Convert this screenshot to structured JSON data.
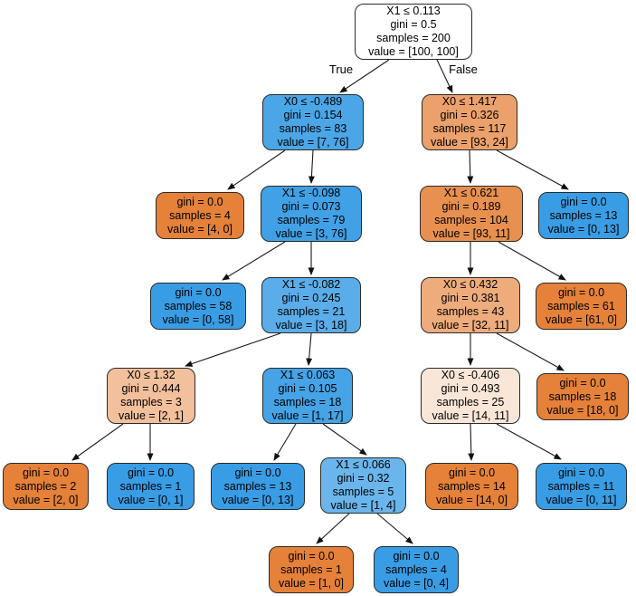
{
  "tree": {
    "true_label": "True",
    "false_label": "False",
    "class_colors": {
      "class_0_orange": "#e58139",
      "class_1_blue": "#399de5",
      "impure_root": "#ffffff"
    },
    "nodes": [
      {
        "id": "root",
        "lines": [
          "X1 ≤ 0.113",
          "gini = 0.5",
          "samples = 200",
          "value = [100, 100]"
        ],
        "color": "#ffffff"
      },
      {
        "id": "l2-left",
        "lines": [
          "X0 ≤ -0.489",
          "gini = 0.154",
          "samples = 83",
          "value = [7, 76]"
        ],
        "color": "#4ba6e7"
      },
      {
        "id": "l2-right",
        "lines": [
          "X0 ≤ 1.417",
          "gini = 0.326",
          "samples = 117",
          "value = [93, 24]"
        ],
        "color": "#eca16c"
      },
      {
        "id": "l3-leaf-4-0",
        "lines": [
          "gini = 0.0",
          "samples = 4",
          "value = [4, 0]"
        ],
        "color": "#e58139"
      },
      {
        "id": "l3-split-a",
        "lines": [
          "X1 ≤ -0.098",
          "gini = 0.073",
          "samples = 79",
          "value = [3, 76]"
        ],
        "color": "#41a1e6"
      },
      {
        "id": "l3-split-b",
        "lines": [
          "X1 ≤ 0.621",
          "gini = 0.189",
          "samples = 104",
          "value = [93, 11]"
        ],
        "color": "#e89050"
      },
      {
        "id": "l3-leaf-0-13",
        "lines": [
          "gini = 0.0",
          "samples = 13",
          "value = [0, 13]"
        ],
        "color": "#399de5"
      },
      {
        "id": "l4-leaf-0-58",
        "lines": [
          "gini = 0.0",
          "samples = 58",
          "value = [0, 58]"
        ],
        "color": "#399de5"
      },
      {
        "id": "l4-split-a",
        "lines": [
          "X1 ≤ -0.082",
          "gini = 0.245",
          "samples = 21",
          "value = [3, 18]"
        ],
        "color": "#5aade9"
      },
      {
        "id": "l4-split-b",
        "lines": [
          "X0 ≤ 0.432",
          "gini = 0.381",
          "samples = 43",
          "value = [32, 11]"
        ],
        "color": "#eeac7d"
      },
      {
        "id": "l4-leaf-61-0",
        "lines": [
          "gini = 0.0",
          "samples = 61",
          "value = [61, 0]"
        ],
        "color": "#e58139"
      },
      {
        "id": "l5-split-a",
        "lines": [
          "X0 ≤ 1.32",
          "gini = 0.444",
          "samples = 3",
          "value = [2, 1]"
        ],
        "color": "#f2c09c"
      },
      {
        "id": "l5-split-b",
        "lines": [
          "X1 ≤ 0.063",
          "gini = 0.105",
          "samples = 18",
          "value = [1, 17]"
        ],
        "color": "#45a3e6"
      },
      {
        "id": "l5-split-c",
        "lines": [
          "X0 ≤ -0.406",
          "gini = 0.493",
          "samples = 25",
          "value = [14, 11]"
        ],
        "color": "#fae6d7"
      },
      {
        "id": "l5-leaf-18-0",
        "lines": [
          "gini = 0.0",
          "samples = 18",
          "value = [18, 0]"
        ],
        "color": "#e58139"
      },
      {
        "id": "l6-leaf-2-0",
        "lines": [
          "gini = 0.0",
          "samples = 2",
          "value = [2, 0]"
        ],
        "color": "#e58139"
      },
      {
        "id": "l6-leaf-0-1",
        "lines": [
          "gini = 0.0",
          "samples = 1",
          "value = [0, 1]"
        ],
        "color": "#399de5"
      },
      {
        "id": "l6-leaf-0-13",
        "lines": [
          "gini = 0.0",
          "samples = 13",
          "value = [0, 13]"
        ],
        "color": "#399de5"
      },
      {
        "id": "l6-split-a",
        "lines": [
          "X1 ≤ 0.066",
          "gini = 0.32",
          "samples = 5",
          "value = [1, 4]"
        ],
        "color": "#6ab6ec"
      },
      {
        "id": "l6-leaf-14-0",
        "lines": [
          "gini = 0.0",
          "samples = 14",
          "value = [14, 0]"
        ],
        "color": "#e58139"
      },
      {
        "id": "l6-leaf-0-11",
        "lines": [
          "gini = 0.0",
          "samples = 11",
          "value = [0, 11]"
        ],
        "color": "#399de5"
      },
      {
        "id": "l7-leaf-1-0",
        "lines": [
          "gini = 0.0",
          "samples = 1",
          "value = [1, 0]"
        ],
        "color": "#e58139"
      },
      {
        "id": "l7-leaf-0-4",
        "lines": [
          "gini = 0.0",
          "samples = 4",
          "value = [0, 4]"
        ],
        "color": "#399de5"
      }
    ]
  }
}
